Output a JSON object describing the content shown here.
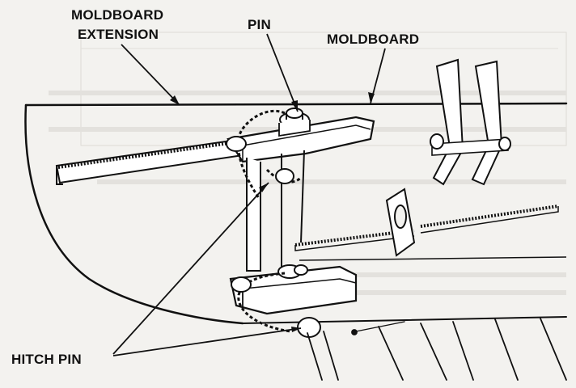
{
  "labels": {
    "moldboard_extension_line1": "MOLDBOARD",
    "moldboard_extension_line2": "EXTENSION",
    "pin": "PIN",
    "moldboard": "MOLDBOARD",
    "hitch_pin": "HITCH PIN"
  }
}
